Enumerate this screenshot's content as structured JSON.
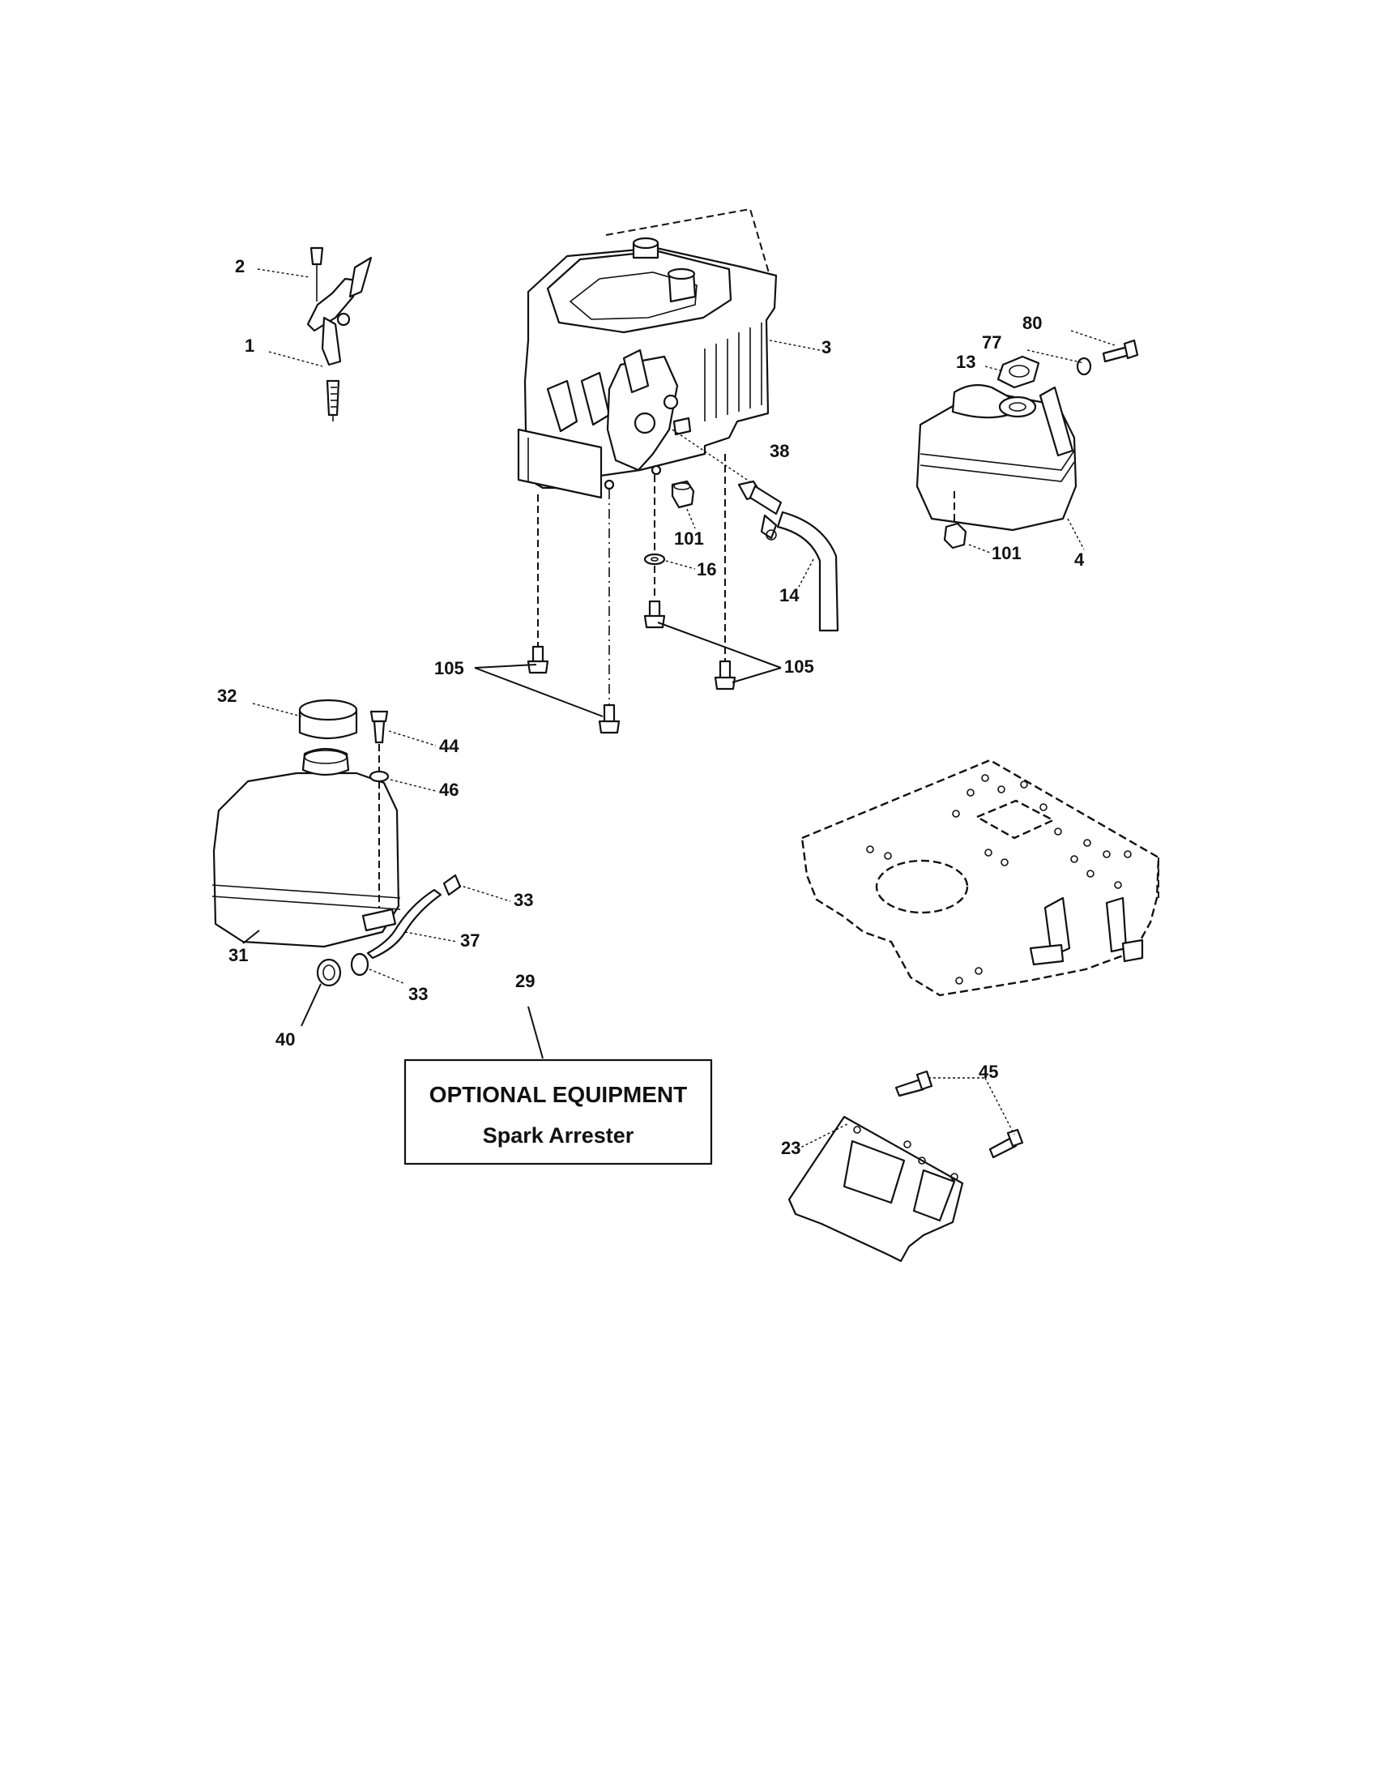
{
  "callouts": {
    "c1": "1",
    "c2": "2",
    "c3": "3",
    "c4": "4",
    "c13": "13",
    "c14": "14",
    "c16": "16",
    "c23": "23",
    "c29": "29",
    "c31": "31",
    "c32": "32",
    "c33a": "33",
    "c33b": "33",
    "c37": "37",
    "c38": "38",
    "c40": "40",
    "c44": "44",
    "c45": "45",
    "c46": "46",
    "c77": "77",
    "c80": "80",
    "c101a": "101",
    "c101b": "101",
    "c105a": "105",
    "c105b": "105"
  },
  "optional_box": {
    "title": "OPTIONAL EQUIPMENT",
    "subtitle": "Spark Arrester"
  }
}
